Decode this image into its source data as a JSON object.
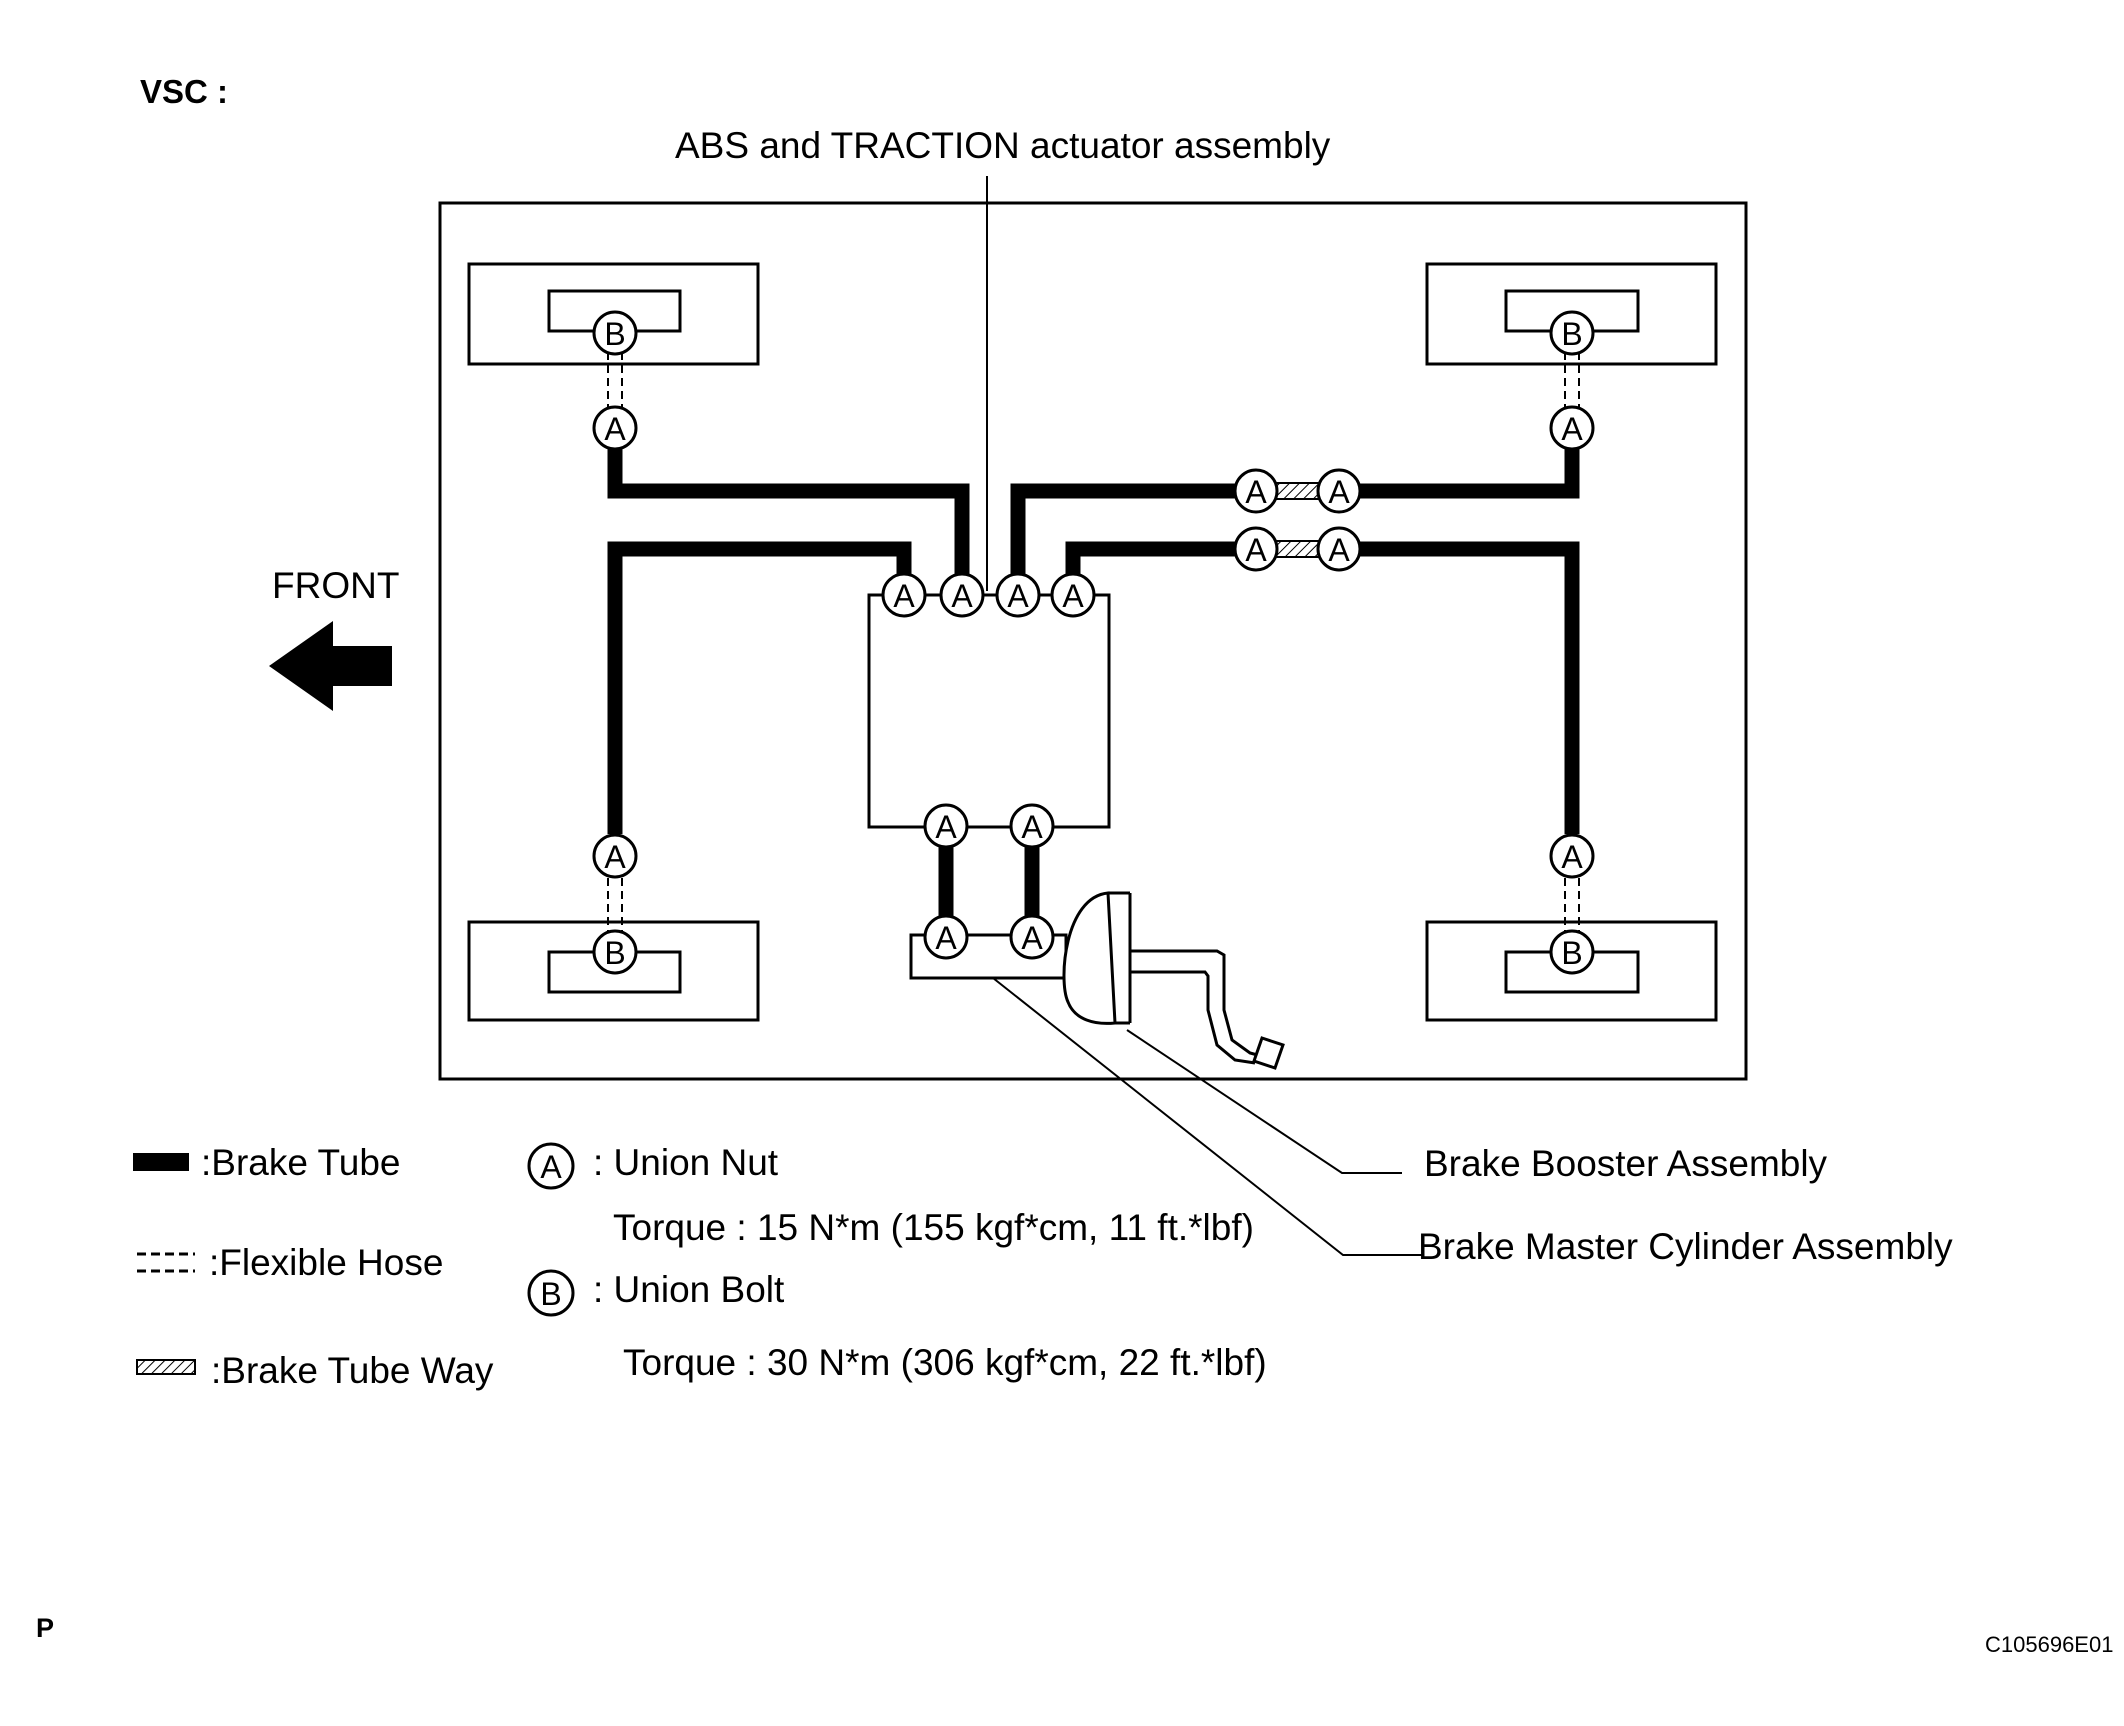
{
  "section_title": "VSC :",
  "actuator_label": "ABS and TRACTION actuator assembly",
  "front_label": "FRONT",
  "connectors": {
    "union_nut_letter": "A",
    "union_bolt_letter": "B"
  },
  "callouts": {
    "brake_booster": "Brake Booster Assembly",
    "brake_master_cylinder": "Brake Master Cylinder Assembly"
  },
  "legend": {
    "brake_tube": ":Brake Tube",
    "flexible_hose": ":Flexible Hose",
    "brake_tube_way": ":Brake Tube Way",
    "union_nut": ": Union Nut",
    "union_nut_torque": "Torque : 15 N*m (155 kgf*cm, 11 ft.*lbf)",
    "union_bolt": ": Union Bolt",
    "union_bolt_torque": "Torque : 30 N*m (306 kgf*cm, 22 ft.*lbf)"
  },
  "footer": {
    "page_marker": "P",
    "figure_id": "C105696E01"
  }
}
